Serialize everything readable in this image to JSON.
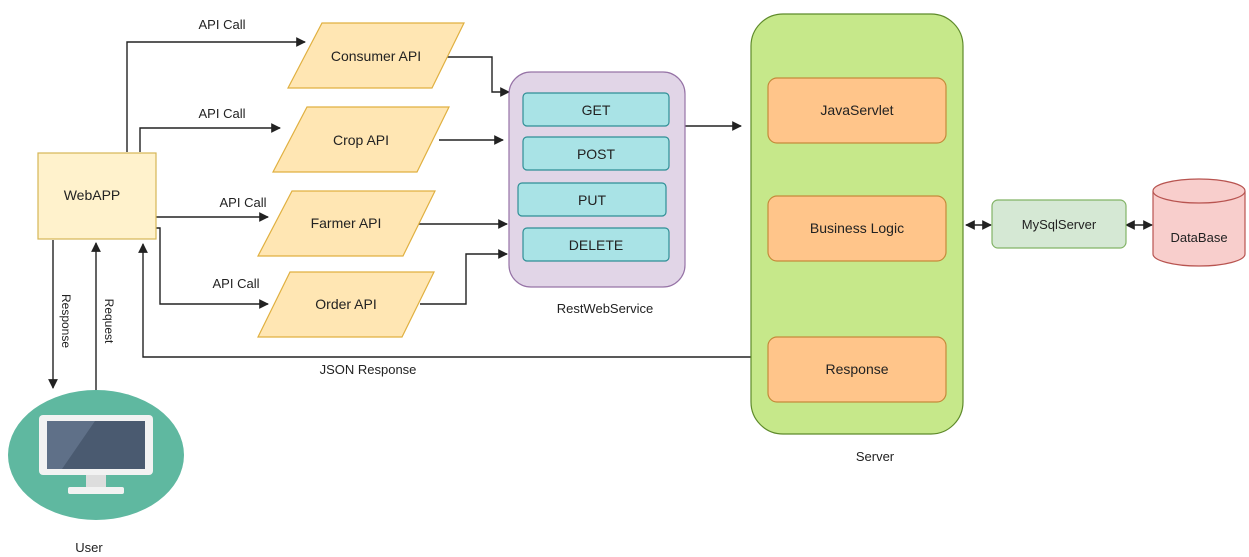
{
  "webapp": {
    "label": "WebAPP",
    "fill": "#fff2cc",
    "stroke": "#d6b656"
  },
  "user": {
    "label": "User",
    "circle_fill": "#5fb8a0"
  },
  "apis": [
    {
      "label": "Consumer API",
      "call_label": "API Call"
    },
    {
      "label": "Crop API",
      "call_label": "API Call"
    },
    {
      "label": "Farmer API",
      "call_label": "API Call"
    },
    {
      "label": "Order API",
      "call_label": "API Call"
    }
  ],
  "api_fill": "#ffe6b3",
  "api_stroke": "#e0b040",
  "rest": {
    "label": "RestWebService",
    "methods": [
      "GET",
      "POST",
      "PUT",
      "DELETE"
    ],
    "fill": "#e1d5e7",
    "method_fill": "#a9e3e6"
  },
  "server": {
    "label": "Server",
    "fill": "#c6e88a",
    "steps": [
      "JavaServlet",
      "Business Logic",
      "Response"
    ],
    "step_fill": "#ffc58a"
  },
  "mysql": {
    "label": "MySqlServer",
    "fill": "#d5e8d4"
  },
  "database": {
    "label": "DataBase",
    "fill": "#f8cecc"
  },
  "links": {
    "response": "Response",
    "request": "Request",
    "json_response": "JSON Response"
  }
}
